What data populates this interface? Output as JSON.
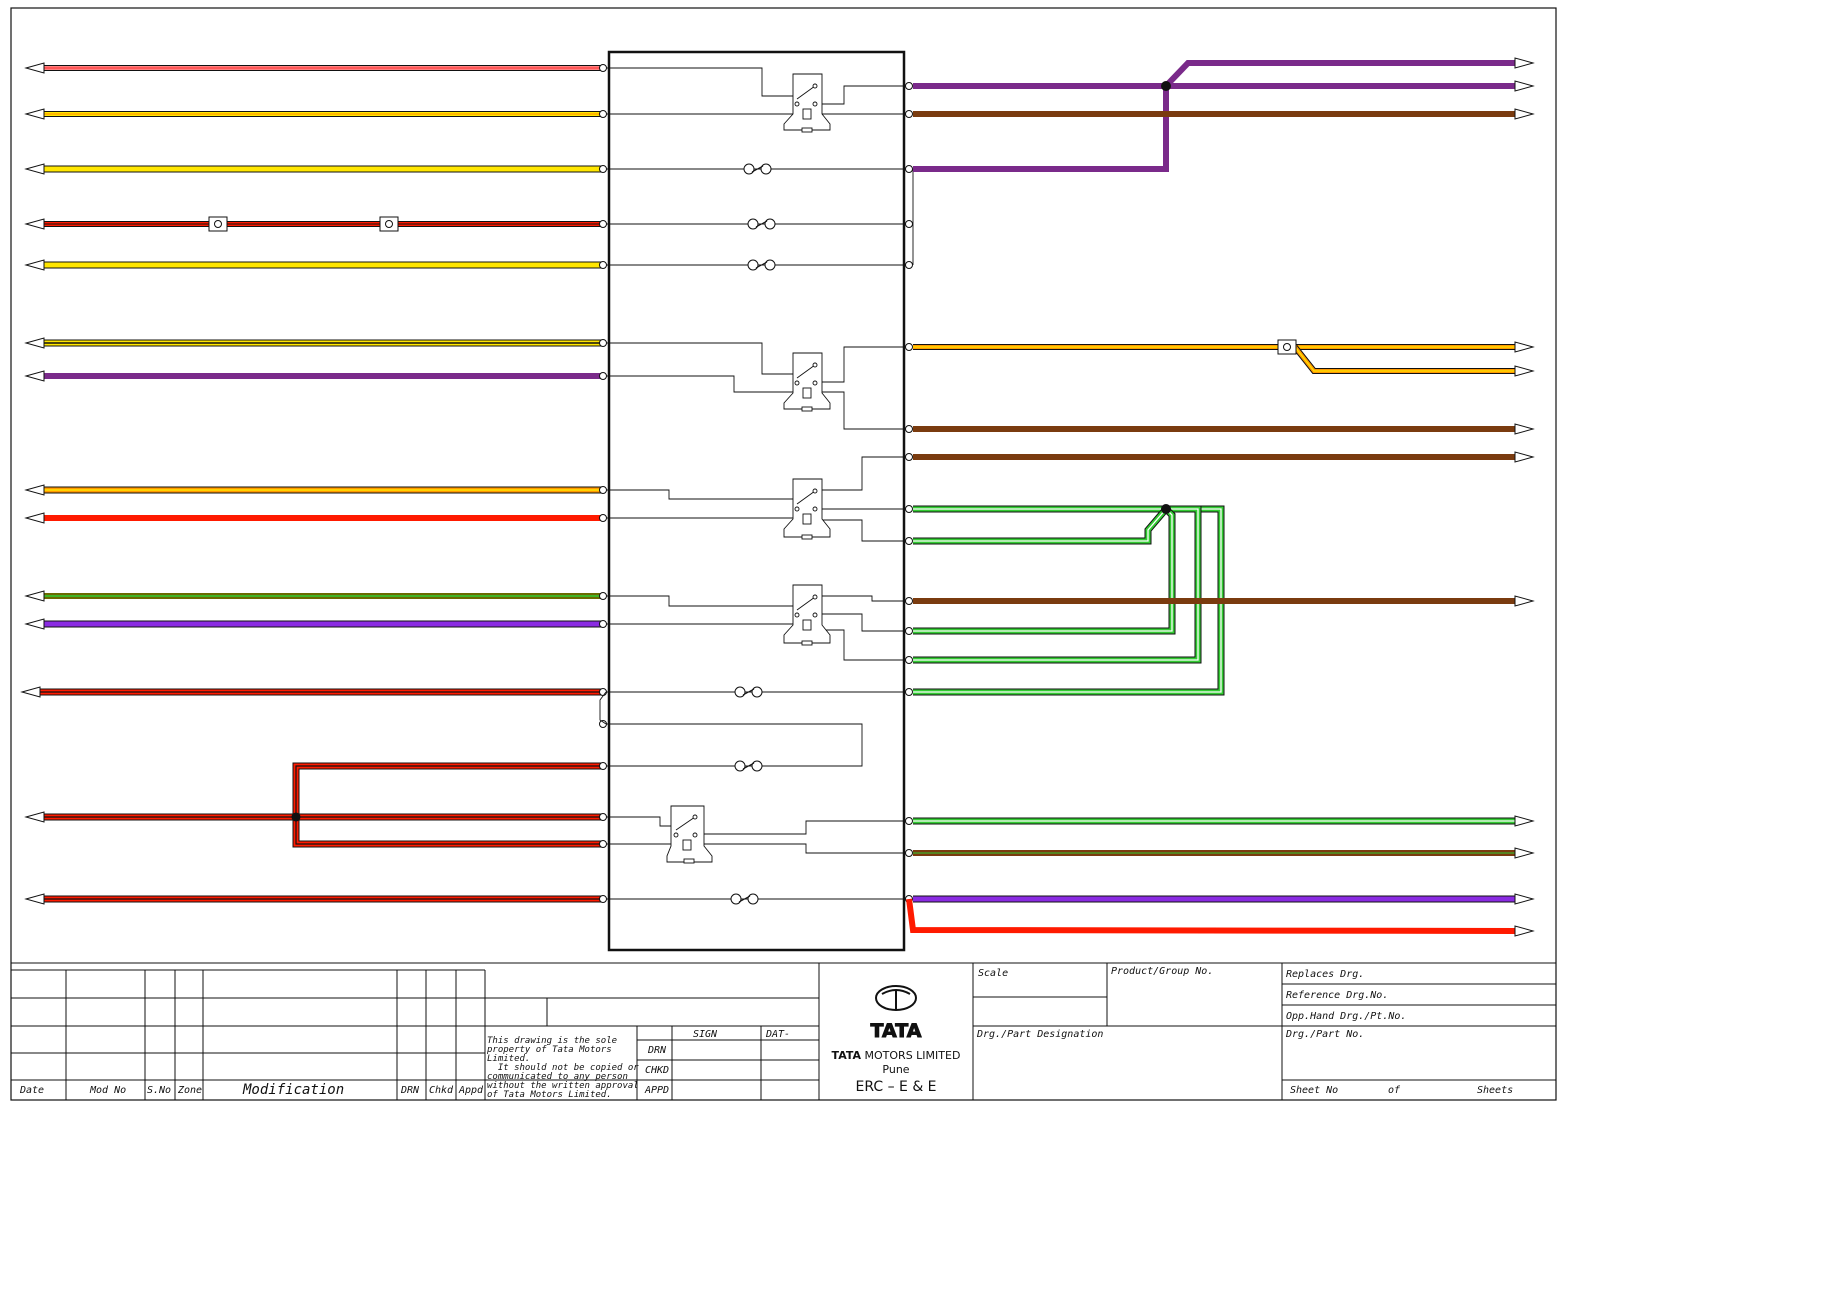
{
  "colors": {
    "wire_outline": "#111111",
    "brown": "#7a3b0f",
    "violet": "#7a2a8a",
    "violet_bright": "#8a2be2",
    "yellow": "#ffe600",
    "orange": "#ff9900",
    "red": "#ff1a00",
    "pink": "#ff8080",
    "green": "#33cc33",
    "dark_olive": "#6b6b00"
  },
  "title_block": {
    "revision_headers": [
      "Date",
      "Mod No",
      "S.No",
      "Zone",
      "Modification",
      "DRN",
      "Chkd",
      "Appd"
    ],
    "ownership_notice": [
      "This drawing is the sole",
      "property of Tata Motors",
      "Limited.",
      "  It should not be copied or",
      "communicated to any person",
      "without the written approval",
      "of Tata Motors Limited."
    ],
    "sign_header": "SIGN",
    "date_header": "DAT-",
    "approval_rows": [
      "DRN",
      "CHKD",
      "APPD"
    ],
    "logo_wordmark": "TATA",
    "company_brand": "TATA",
    "company_rest": "MOTORS LIMITED",
    "city": "Pune",
    "department": "ERC – E & E",
    "scale_label": "Scale",
    "product_group_label": "Product/Group No.",
    "designation_label": "Drg./Part Designation",
    "replaces_label": "Replaces Drg.",
    "reference_label": "Reference Drg.No.",
    "opp_hand_label": "Opp.Hand Drg./Pt.No.",
    "part_no_label": "Drg./Part No.",
    "sheet_no_label": "Sheet No",
    "of_label": "of",
    "sheets_label": "Sheets"
  },
  "left_wires": [
    {
      "color": "#ff8080",
      "stripe": "#ff3030"
    },
    {
      "color": "#ffe600",
      "stripe": "#ff9900"
    },
    {
      "color": "#ffe600",
      "stripe": "#d4c000"
    },
    {
      "color": "#ff1a00",
      "stripe": "#111111"
    },
    {
      "color": "#ffe600",
      "stripe": "#d4c000"
    },
    {
      "color": "#ffe600",
      "stripe": "#111111"
    },
    {
      "color": "#7a2a8a",
      "stripe": "#7a2a8a"
    },
    {
      "color": "#ff9900",
      "stripe": "#ffe600"
    },
    {
      "color": "#ff1a00",
      "stripe": "#ff1a00"
    },
    {
      "color": "#6b6b00",
      "stripe": "#33cc33"
    },
    {
      "color": "#8a2be2",
      "stripe": "#8a2be2"
    },
    {
      "color": "#ff1a00",
      "stripe": "#111111"
    },
    {
      "color": "#ff1a00",
      "stripe": "#111111"
    },
    {
      "color": "#ff1a00",
      "stripe": "#111111"
    },
    {
      "color": "#ff1a00",
      "stripe": "#111111"
    }
  ],
  "right_wires": [
    {
      "color": "#7a2a8a",
      "stripe": "#7a2a8a"
    },
    {
      "color": "#7a3b0f",
      "stripe": "#7a3b0f"
    },
    {
      "color": "#ff9900",
      "stripe": "#ffe600"
    },
    {
      "color": "#7a3b0f",
      "stripe": "#7a3b0f"
    },
    {
      "color": "#33cc33",
      "stripe": "#ffffff"
    },
    {
      "color": "#7a3b0f",
      "stripe": "#7a3b0f"
    }
  ],
  "relays": [
    "relay-1",
    "relay-2",
    "relay-3",
    "relay-4",
    "relay-5"
  ],
  "fuses": [
    "fuse-1",
    "fuse-2",
    "fuse-3",
    "fuse-4",
    "fuse-5",
    "fuse-6"
  ]
}
